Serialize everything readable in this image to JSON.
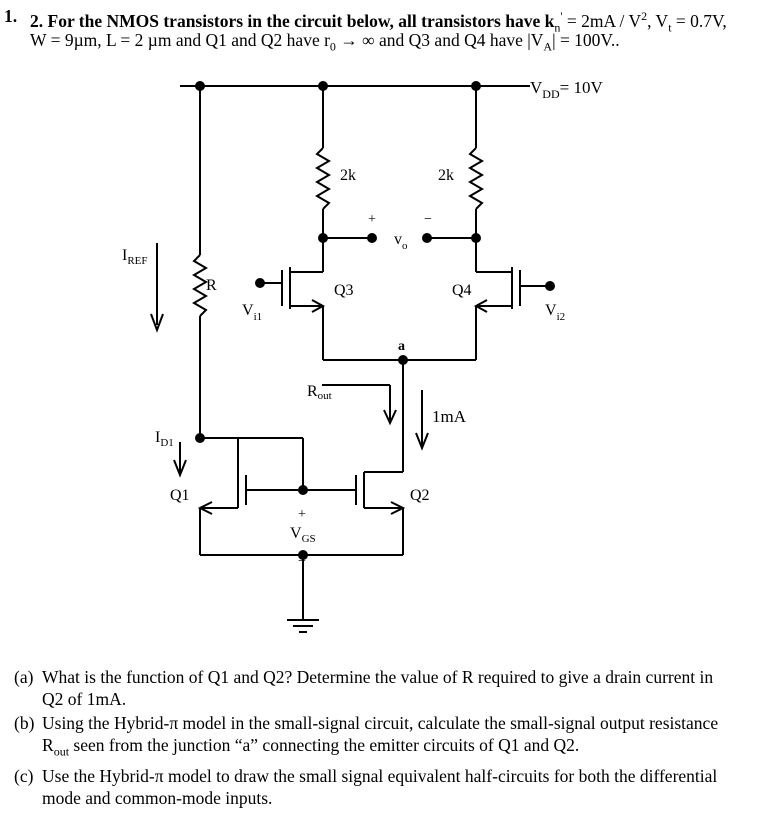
{
  "problem": {
    "number": "1.",
    "header_line1_prefix": "2. For the NMOS transistors in the circuit below, all transistors have k",
    "header_line1_kn_sub": "n",
    "header_line1_kn_sup": "'",
    "header_line1_mid": " = 2mA / V",
    "header_line1_sq": "2",
    "header_line1_suffix": ", V",
    "header_vt_sub": "t",
    "header_vt_value": " = 0.7V,",
    "header_line2_prefix": "W = 9µm, L = 2 µm and Q1 and Q2 have r",
    "header_ro_sub": "0",
    "header_line2_mid": " → ∞ and Q3 and Q4 have |V",
    "header_va_sub": "A",
    "header_line2_suffix": "| = 100V.."
  },
  "circuit": {
    "vdd_label": "V",
    "vdd_sub": "DD",
    "vdd_value": "= 10V",
    "r_left": "2k",
    "r_right": "2k",
    "plus_sign": "+",
    "minus_sign": "−",
    "vo_label": "v",
    "vo_sub": "o",
    "iref_label": "I",
    "iref_sub": "REF",
    "r_label": "R",
    "vi1_label": "V",
    "vi1_sub": "i1",
    "q3_label": "Q3",
    "q4_label": "Q4",
    "vi2_label": "V",
    "vi2_sub": "i2",
    "node_a_label": "a",
    "rout_label": "R",
    "rout_sub": "out",
    "current_label": "1mA",
    "id1_label": "I",
    "id1_sub": "D1",
    "q1_label": "Q1",
    "q2_label": "Q2",
    "vgs_plus": "+",
    "vgs_label": "V",
    "vgs_sub": "GS",
    "vgs_minus": "−"
  },
  "questions": [
    {
      "label": "(a)",
      "line1": "What is the function of Q1 and Q2? Determine the value of R required to give a drain current in",
      "line2": "Q2 of 1mA."
    },
    {
      "label": "(b)",
      "line1": "Using the Hybrid-π model in the small-signal circuit, calculate the small-signal output resistance",
      "line2_pre": "R",
      "line2_sub": "out",
      "line2_post": " seen from the junction “a” connecting the emitter circuits of Q1 and Q2."
    },
    {
      "label": "(c)",
      "line1": "Use the Hybrid-π model to draw the small signal equivalent half-circuits for both the differential",
      "line2": "mode and common-mode inputs."
    }
  ]
}
